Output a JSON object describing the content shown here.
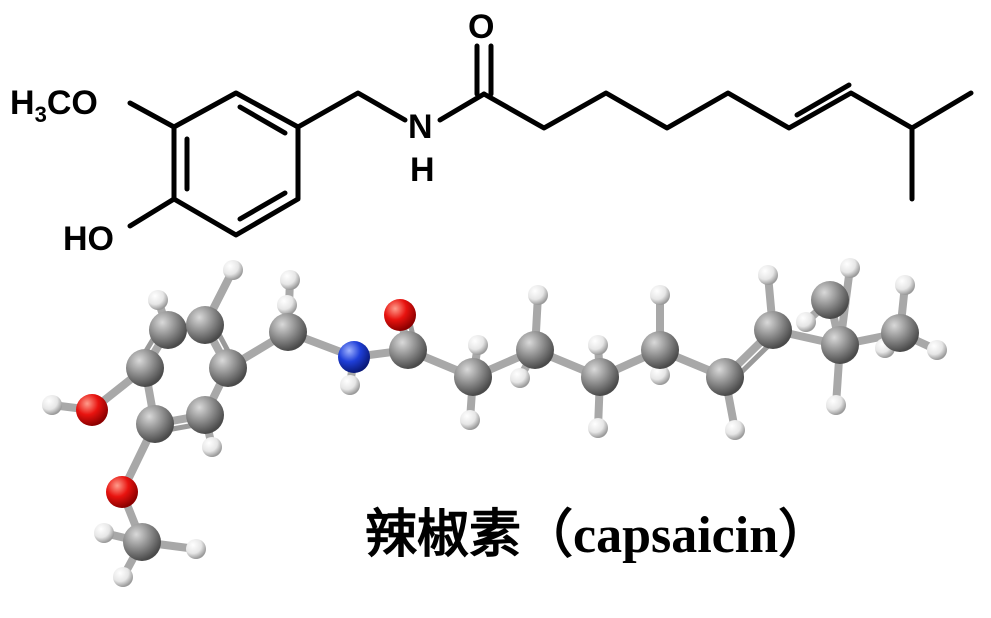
{
  "structure_2d": {
    "labels": {
      "methoxy": "H3CO",
      "methoxy_parts": {
        "h": "H",
        "sub": "3",
        "rest": "CO"
      },
      "hydroxyl": "HO",
      "carbonyl_oxygen": "O",
      "amide_n": "N",
      "amide_h": "H"
    }
  },
  "ball_and_stick": {
    "colors": {
      "carbon": "#8a8a8a",
      "hydrogen": "#ececec",
      "oxygen": "#e8130f",
      "nitrogen": "#1f3fd8",
      "bond": "#a8a8a8"
    }
  },
  "caption": {
    "text": "辣椒素（capsaicin）"
  }
}
